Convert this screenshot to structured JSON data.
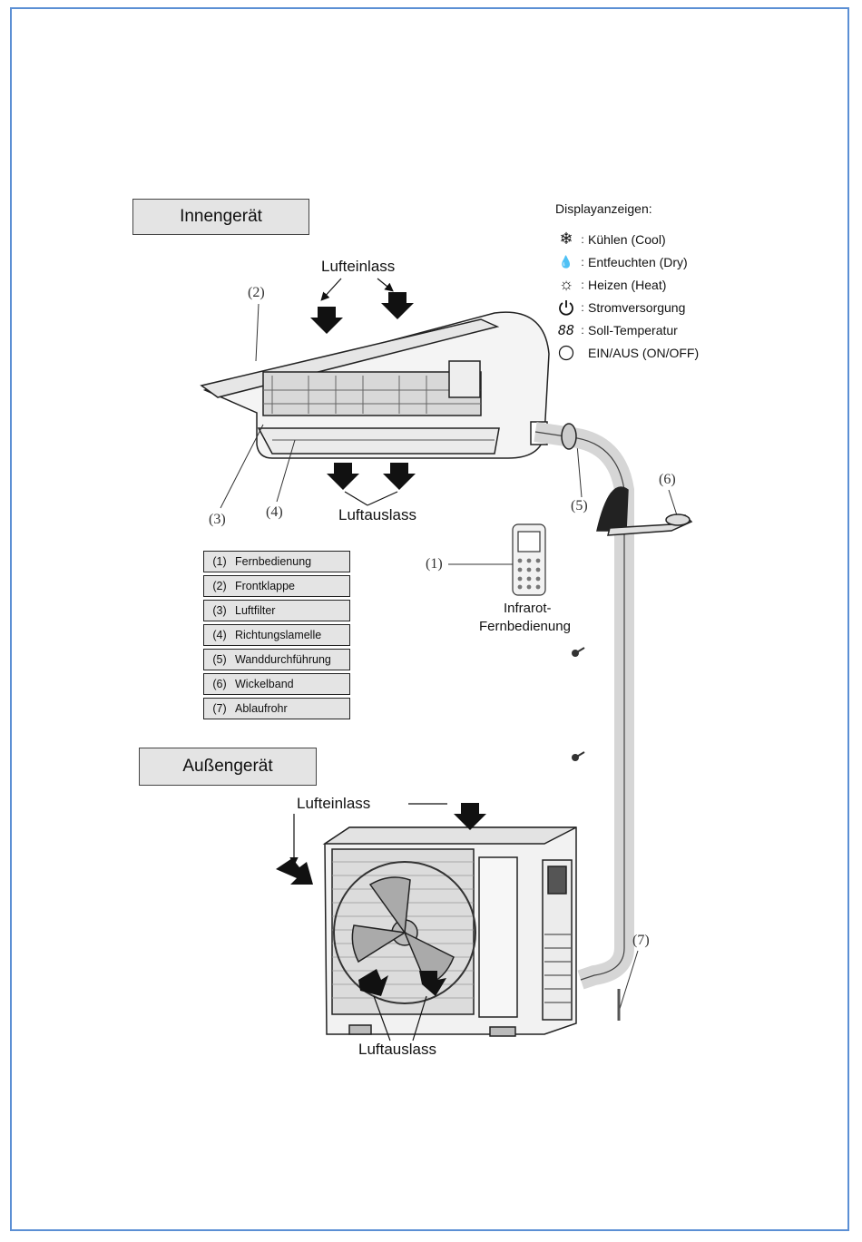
{
  "indoor": {
    "title": "Innengerät",
    "air_inlet": "Lufteinlass",
    "air_outlet": "Luftauslass"
  },
  "outdoor": {
    "title": "Außengerät",
    "air_inlet": "Lufteinlass",
    "air_outlet": "Luftauslass"
  },
  "display": {
    "title": "Displayanzeigen:",
    "items": [
      {
        "icon": "snowflake-icon",
        "label": "Kühlen (Cool)"
      },
      {
        "icon": "drops-icon",
        "label": "Entfeuchten (Dry)"
      },
      {
        "icon": "sun-icon",
        "label": "Heizen (Heat)"
      },
      {
        "icon": "power-icon",
        "label": "Stromversorgung"
      },
      {
        "icon": "segment-display-icon",
        "label": "Soll-Temperatur"
      },
      {
        "icon": "circle-icon",
        "label": "EIN/AUS (ON/OFF)"
      }
    ]
  },
  "legend": [
    {
      "num": "(1)",
      "label": "Fernbedienung"
    },
    {
      "num": "(2)",
      "label": "Frontklappe"
    },
    {
      "num": "(3)",
      "label": "Luftfilter"
    },
    {
      "num": "(4)",
      "label": "Richtungslamelle"
    },
    {
      "num": "(5)",
      "label": "Wanddurchführung"
    },
    {
      "num": "(6)",
      "label": "Wickelband"
    },
    {
      "num": "(7)",
      "label": "Ablaufrohr"
    }
  ],
  "callouts": {
    "c1": "(1)",
    "c2": "(2)",
    "c3": "(3)",
    "c4": "(4)",
    "c5": "(5)",
    "c6": "(6)",
    "c7": "(7)"
  },
  "remote": {
    "line1": "Infrarot-",
    "line2": "Fernbedienung"
  }
}
